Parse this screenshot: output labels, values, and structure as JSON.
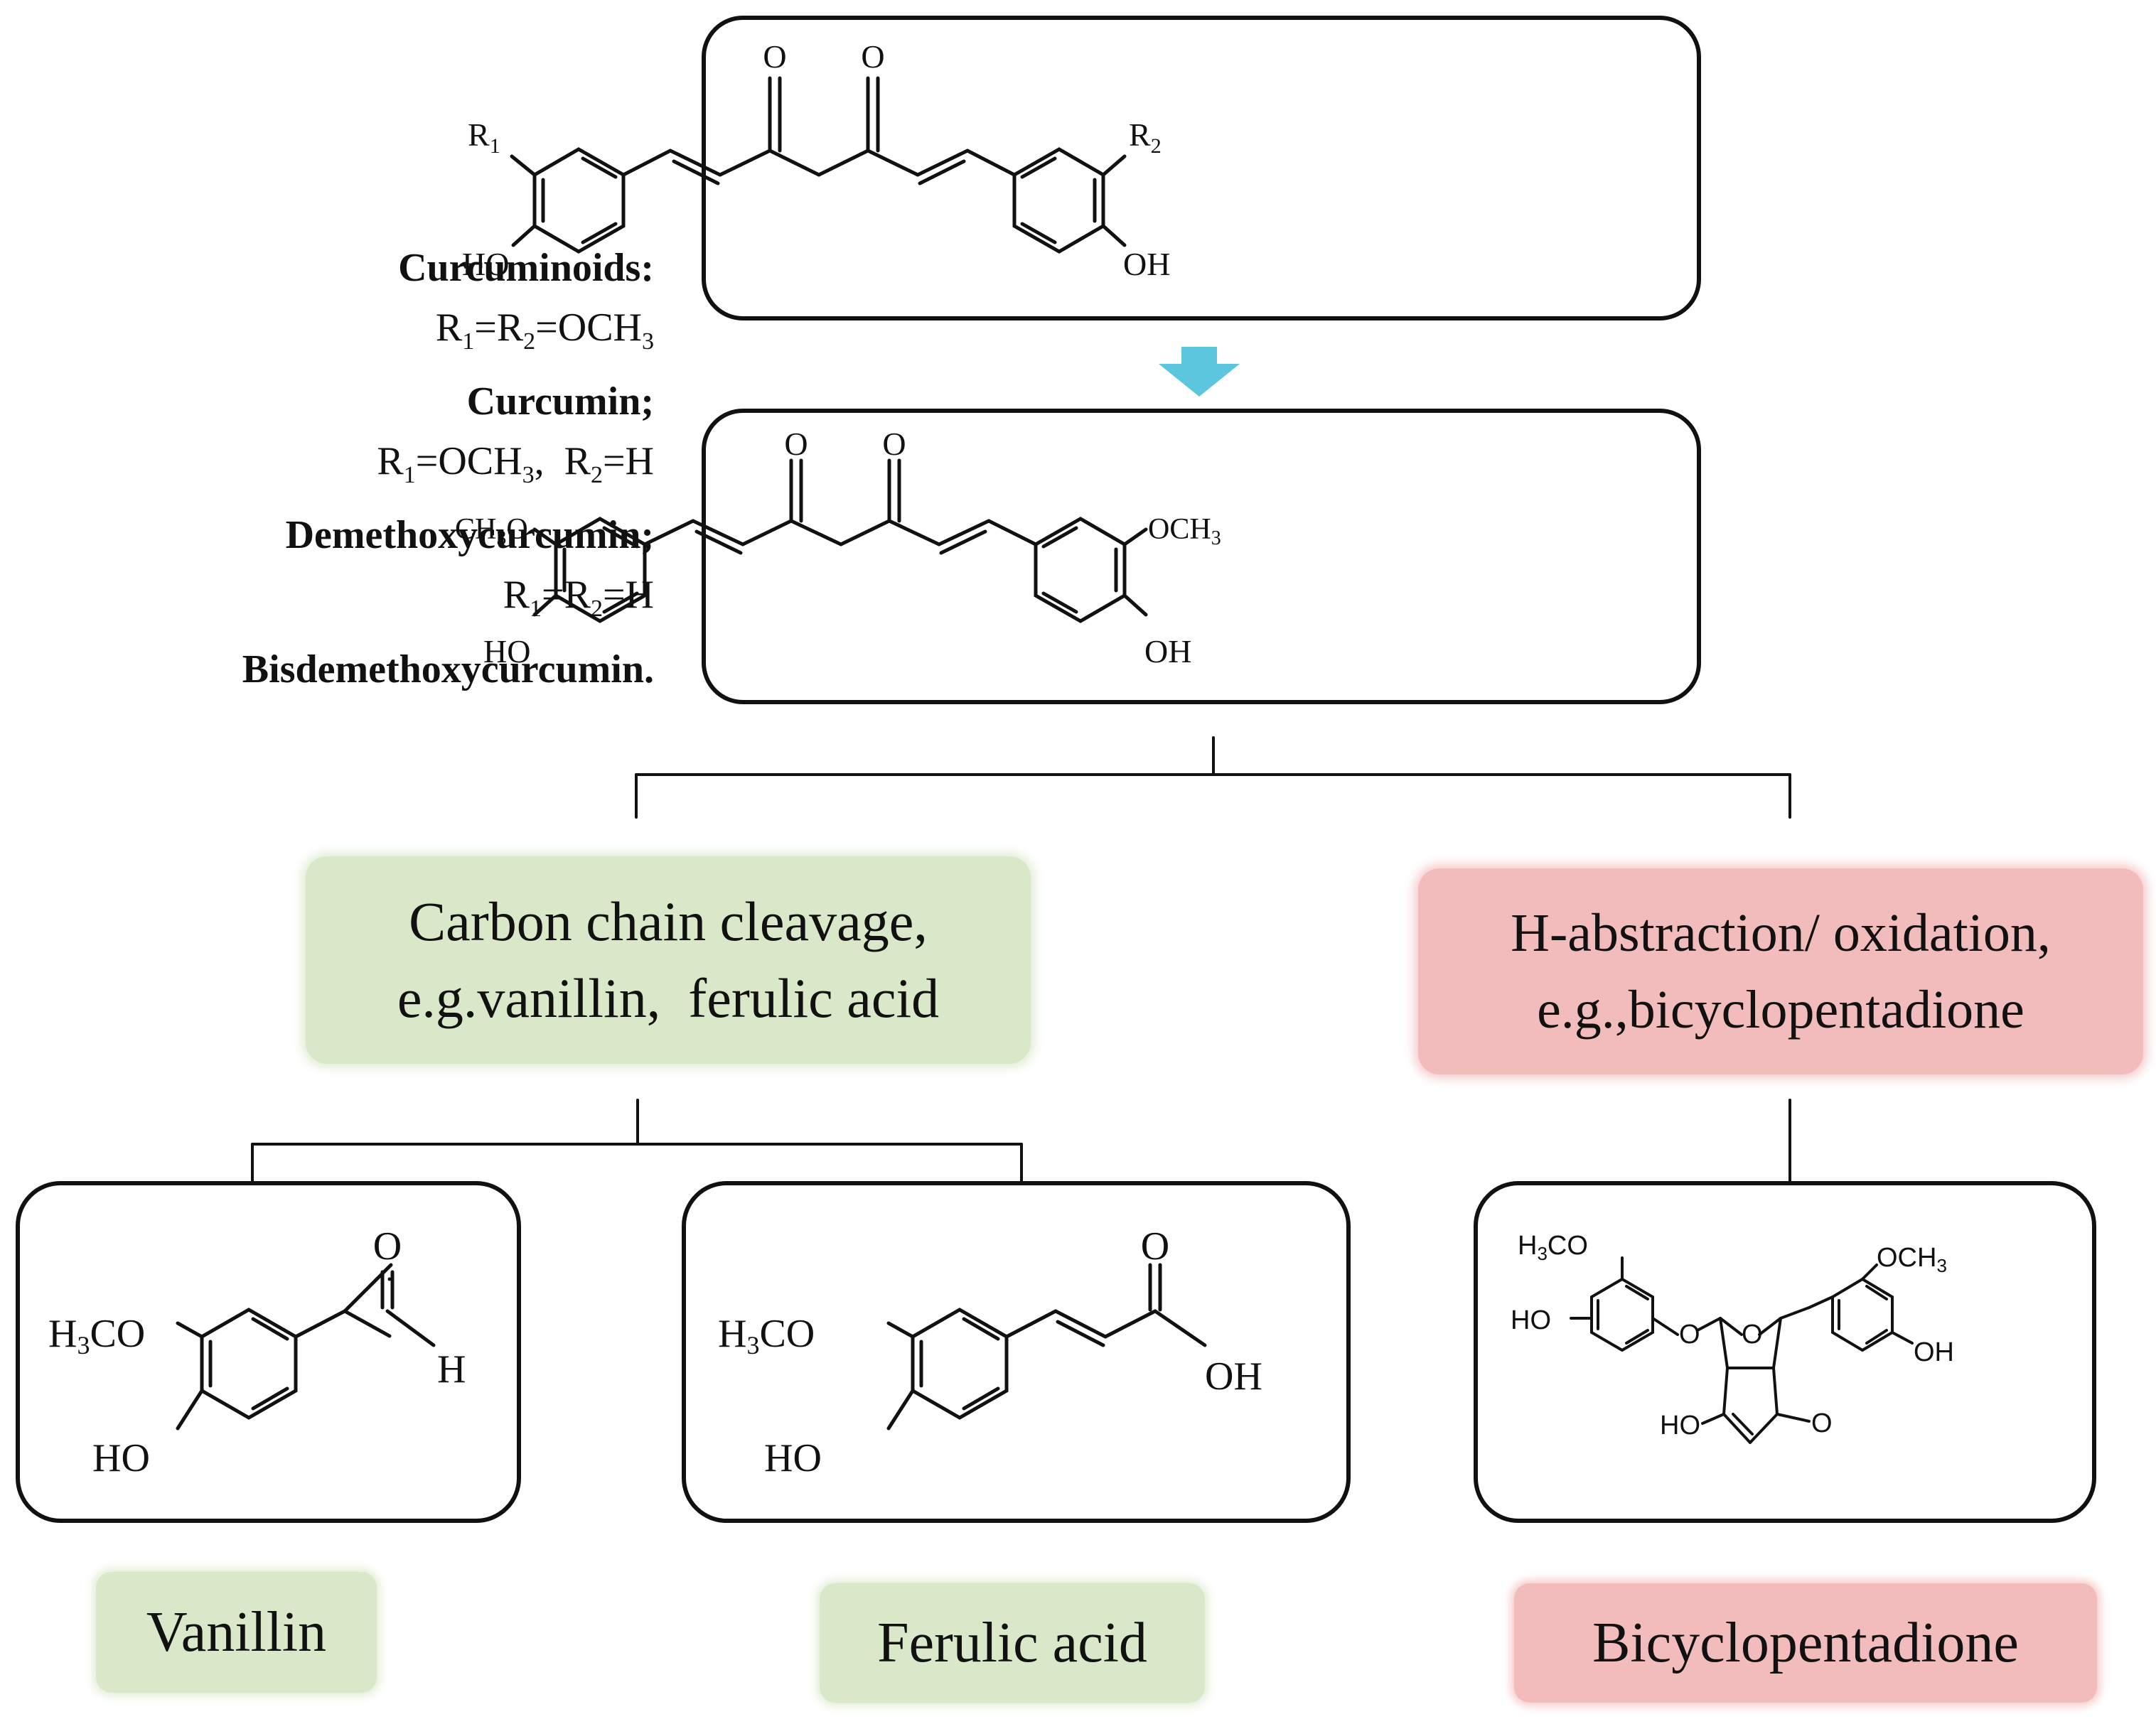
{
  "legend": {
    "heading": "Curcuminoids:",
    "items": [
      {
        "formula": [
          "R",
          "1",
          "=R",
          "2",
          "=OCH",
          "3"
        ],
        "name": "Curcumin;"
      },
      {
        "formula": [
          "R",
          "1",
          "=OCH",
          "3",
          ",  R",
          "2",
          "=H"
        ],
        "name": "Demethoxycurcumin;"
      },
      {
        "formula": [
          "R",
          "1",
          "=R",
          "2",
          "=H"
        ],
        "name": "Bisdemethoxycurcumin."
      }
    ]
  },
  "molecule_labels": {
    "carbonyl_o": "O",
    "r1": [
      "R",
      "1"
    ],
    "r2": [
      "R",
      "2"
    ],
    "ho": "HO",
    "oh": "OH",
    "ch3o": [
      "CH",
      "3",
      "O"
    ],
    "och3": [
      "OCH",
      "3"
    ],
    "h3co": [
      "H",
      "3",
      "CO"
    ],
    "aldehyde_h": "H",
    "bicyclo_h3co": [
      "H",
      "3",
      "CO"
    ],
    "bicyclo_och3": [
      "OCH",
      "3"
    ],
    "bicyclo_ring_o": "O"
  },
  "pathways": {
    "cleavage": {
      "line1": "Carbon chain cleavage,",
      "line2": "e.g.vanillin,  ferulic acid",
      "color": "#d9e8c8"
    },
    "oxidation": {
      "line1": "H-abstraction/ oxidation,",
      "line2": "e.g.,bicyclopentadione",
      "color": "#f3bcbc"
    }
  },
  "products": [
    {
      "name": "Vanillin",
      "color": "#d9e8c8"
    },
    {
      "name": "Ferulic acid",
      "color": "#d9e8c8"
    },
    {
      "name": "Bicyclopentadione",
      "color": "#f3bcbc"
    }
  ],
  "arrow_color": "#5bc6dd"
}
